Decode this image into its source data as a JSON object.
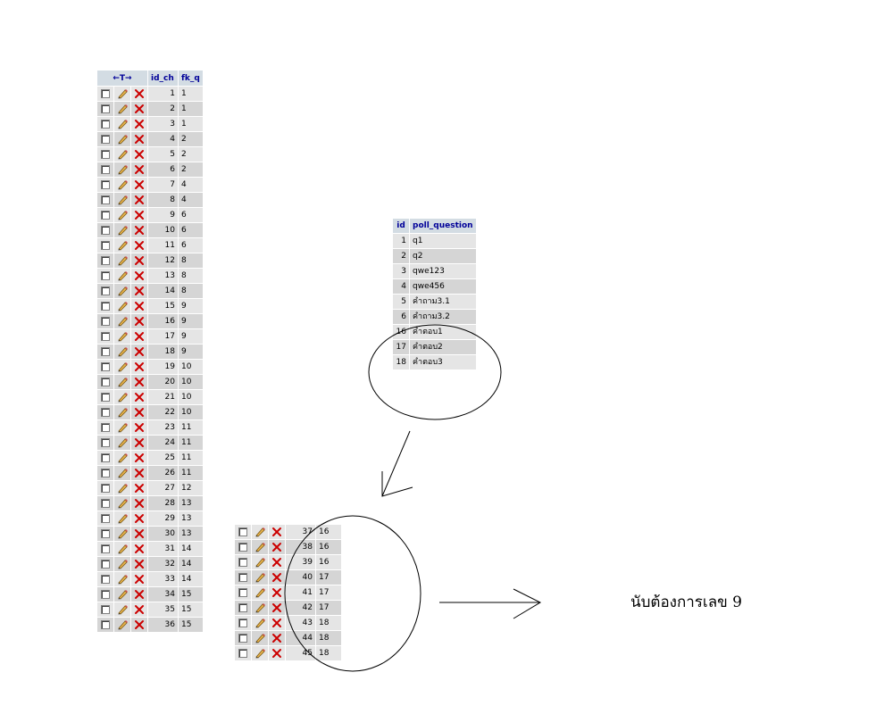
{
  "headers": {
    "nav": "←T→",
    "id_col": "id_ch",
    "fk_col": "fk_q"
  },
  "left_rows": [
    {
      "id": "1",
      "fk": "1"
    },
    {
      "id": "2",
      "fk": "1"
    },
    {
      "id": "3",
      "fk": "1"
    },
    {
      "id": "4",
      "fk": "2"
    },
    {
      "id": "5",
      "fk": "2"
    },
    {
      "id": "6",
      "fk": "2"
    },
    {
      "id": "7",
      "fk": "4"
    },
    {
      "id": "8",
      "fk": "4"
    },
    {
      "id": "9",
      "fk": "6"
    },
    {
      "id": "10",
      "fk": "6"
    },
    {
      "id": "11",
      "fk": "6"
    },
    {
      "id": "12",
      "fk": "8"
    },
    {
      "id": "13",
      "fk": "8"
    },
    {
      "id": "14",
      "fk": "8"
    },
    {
      "id": "15",
      "fk": "9"
    },
    {
      "id": "16",
      "fk": "9"
    },
    {
      "id": "17",
      "fk": "9"
    },
    {
      "id": "18",
      "fk": "9"
    },
    {
      "id": "19",
      "fk": "10"
    },
    {
      "id": "20",
      "fk": "10"
    },
    {
      "id": "21",
      "fk": "10"
    },
    {
      "id": "22",
      "fk": "10"
    },
    {
      "id": "23",
      "fk": "11"
    },
    {
      "id": "24",
      "fk": "11"
    },
    {
      "id": "25",
      "fk": "11"
    },
    {
      "id": "26",
      "fk": "11"
    },
    {
      "id": "27",
      "fk": "12"
    },
    {
      "id": "28",
      "fk": "13"
    },
    {
      "id": "29",
      "fk": "13"
    },
    {
      "id": "30",
      "fk": "13"
    },
    {
      "id": "31",
      "fk": "14"
    },
    {
      "id": "32",
      "fk": "14"
    },
    {
      "id": "33",
      "fk": "14"
    },
    {
      "id": "34",
      "fk": "15"
    },
    {
      "id": "35",
      "fk": "15"
    },
    {
      "id": "36",
      "fk": "15"
    }
  ],
  "right_rows": [
    {
      "id": "37",
      "fk": "16"
    },
    {
      "id": "38",
      "fk": "16"
    },
    {
      "id": "39",
      "fk": "16"
    },
    {
      "id": "40",
      "fk": "17"
    },
    {
      "id": "41",
      "fk": "17"
    },
    {
      "id": "42",
      "fk": "17"
    },
    {
      "id": "43",
      "fk": "18"
    },
    {
      "id": "44",
      "fk": "18"
    },
    {
      "id": "45",
      "fk": "18"
    }
  ],
  "poll": {
    "headers": {
      "id": "id",
      "question": "poll_question"
    },
    "rows": [
      {
        "id": "1",
        "question": "q1"
      },
      {
        "id": "2",
        "question": "q2"
      },
      {
        "id": "3",
        "question": "qwe123"
      },
      {
        "id": "4",
        "question": "qwe456"
      },
      {
        "id": "5",
        "question": "คำถาม3.1"
      },
      {
        "id": "6",
        "question": "คำถาม3.2"
      },
      {
        "id": "16",
        "question": "คำตอบ1"
      },
      {
        "id": "17",
        "question": "คำตอบ2"
      },
      {
        "id": "18",
        "question": "คำตอบ3"
      }
    ]
  },
  "note": "นับต้องการเลข 9",
  "colors": {
    "header_bg": "#d3dce3",
    "header_text": "#000099",
    "row_odd": "#e5e5e5",
    "row_even": "#d5d5d5",
    "delete_red": "#cc0000",
    "annotation_ink": "#000000"
  },
  "icons": {
    "checkbox": "checkbox",
    "edit": "pencil-icon",
    "delete": "delete-x-icon"
  }
}
